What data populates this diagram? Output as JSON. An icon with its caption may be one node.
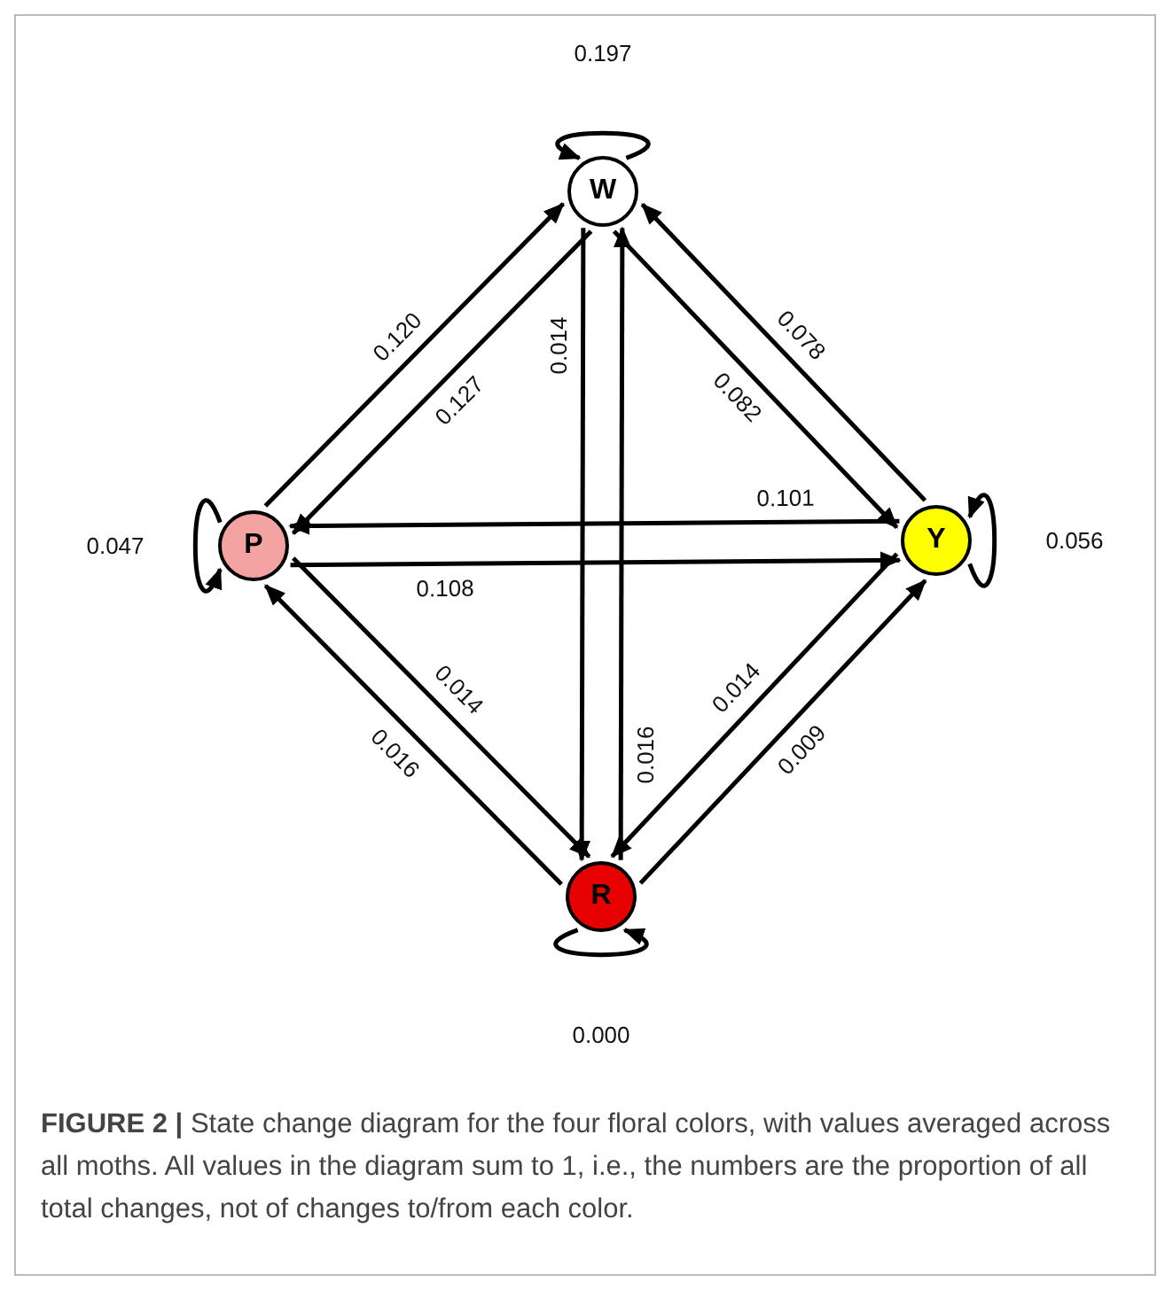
{
  "diagram": {
    "caption": "**FIGURE 2 |** State change diagram for the four floral colors, with values averaged across all moths. All values in the diagram sum to 1, i.e., the numbers are the proportion of all total changes, not of changes to/from each color.",
    "nodes": [
      {
        "text": [
          "W"
        ]
      },
      {
        "text": [
          "P"
        ]
      },
      {
        "text": [
          "Y"
        ]
      },
      {
        "text": [
          "R"
        ]
      }
    ],
    "edges": [
      {
        "from": 0,
        "to": 0,
        "arrow": "to",
        "label": "0.197"
      },
      {
        "from": 1,
        "to": 0,
        "arrow": "to",
        "label": "0.120"
      },
      {
        "from": 0,
        "to": 1,
        "arrow": "to",
        "label": "0.127"
      },
      {
        "from": 0,
        "to": 3,
        "arrow": "to",
        "label": "0.014"
      },
      {
        "from": 3,
        "to": 0,
        "arrow": "to",
        "label": "0.016"
      },
      {
        "from": 2,
        "to": 0,
        "arrow": "to",
        "label": "0.078"
      },
      {
        "from": 0,
        "to": 2,
        "arrow": "to",
        "label": "0.082"
      },
      {
        "from": 2,
        "to": 1,
        "arrow": "to",
        "label": "0.101"
      },
      {
        "from": 1,
        "to": 2,
        "arrow": "to",
        "label": "0.108"
      },
      {
        "from": 1,
        "to": 1,
        "arrow": "to",
        "label": "0.047"
      },
      {
        "from": 2,
        "to": 2,
        "arrow": "to",
        "label": "0.056"
      },
      {
        "from": 1,
        "to": 3,
        "arrow": "to",
        "label": "0.014"
      },
      {
        "from": 3,
        "to": 1,
        "arrow": "to",
        "label": "0.016"
      },
      {
        "from": 2,
        "to": 3,
        "arrow": "to",
        "label": "0.014"
      },
      {
        "from": 3,
        "to": 2,
        "arrow": "to",
        "label": "0.009"
      },
      {
        "from": 3,
        "to": 3,
        "arrow": "to",
        "label": "0.000"
      }
    ]
  }
}
